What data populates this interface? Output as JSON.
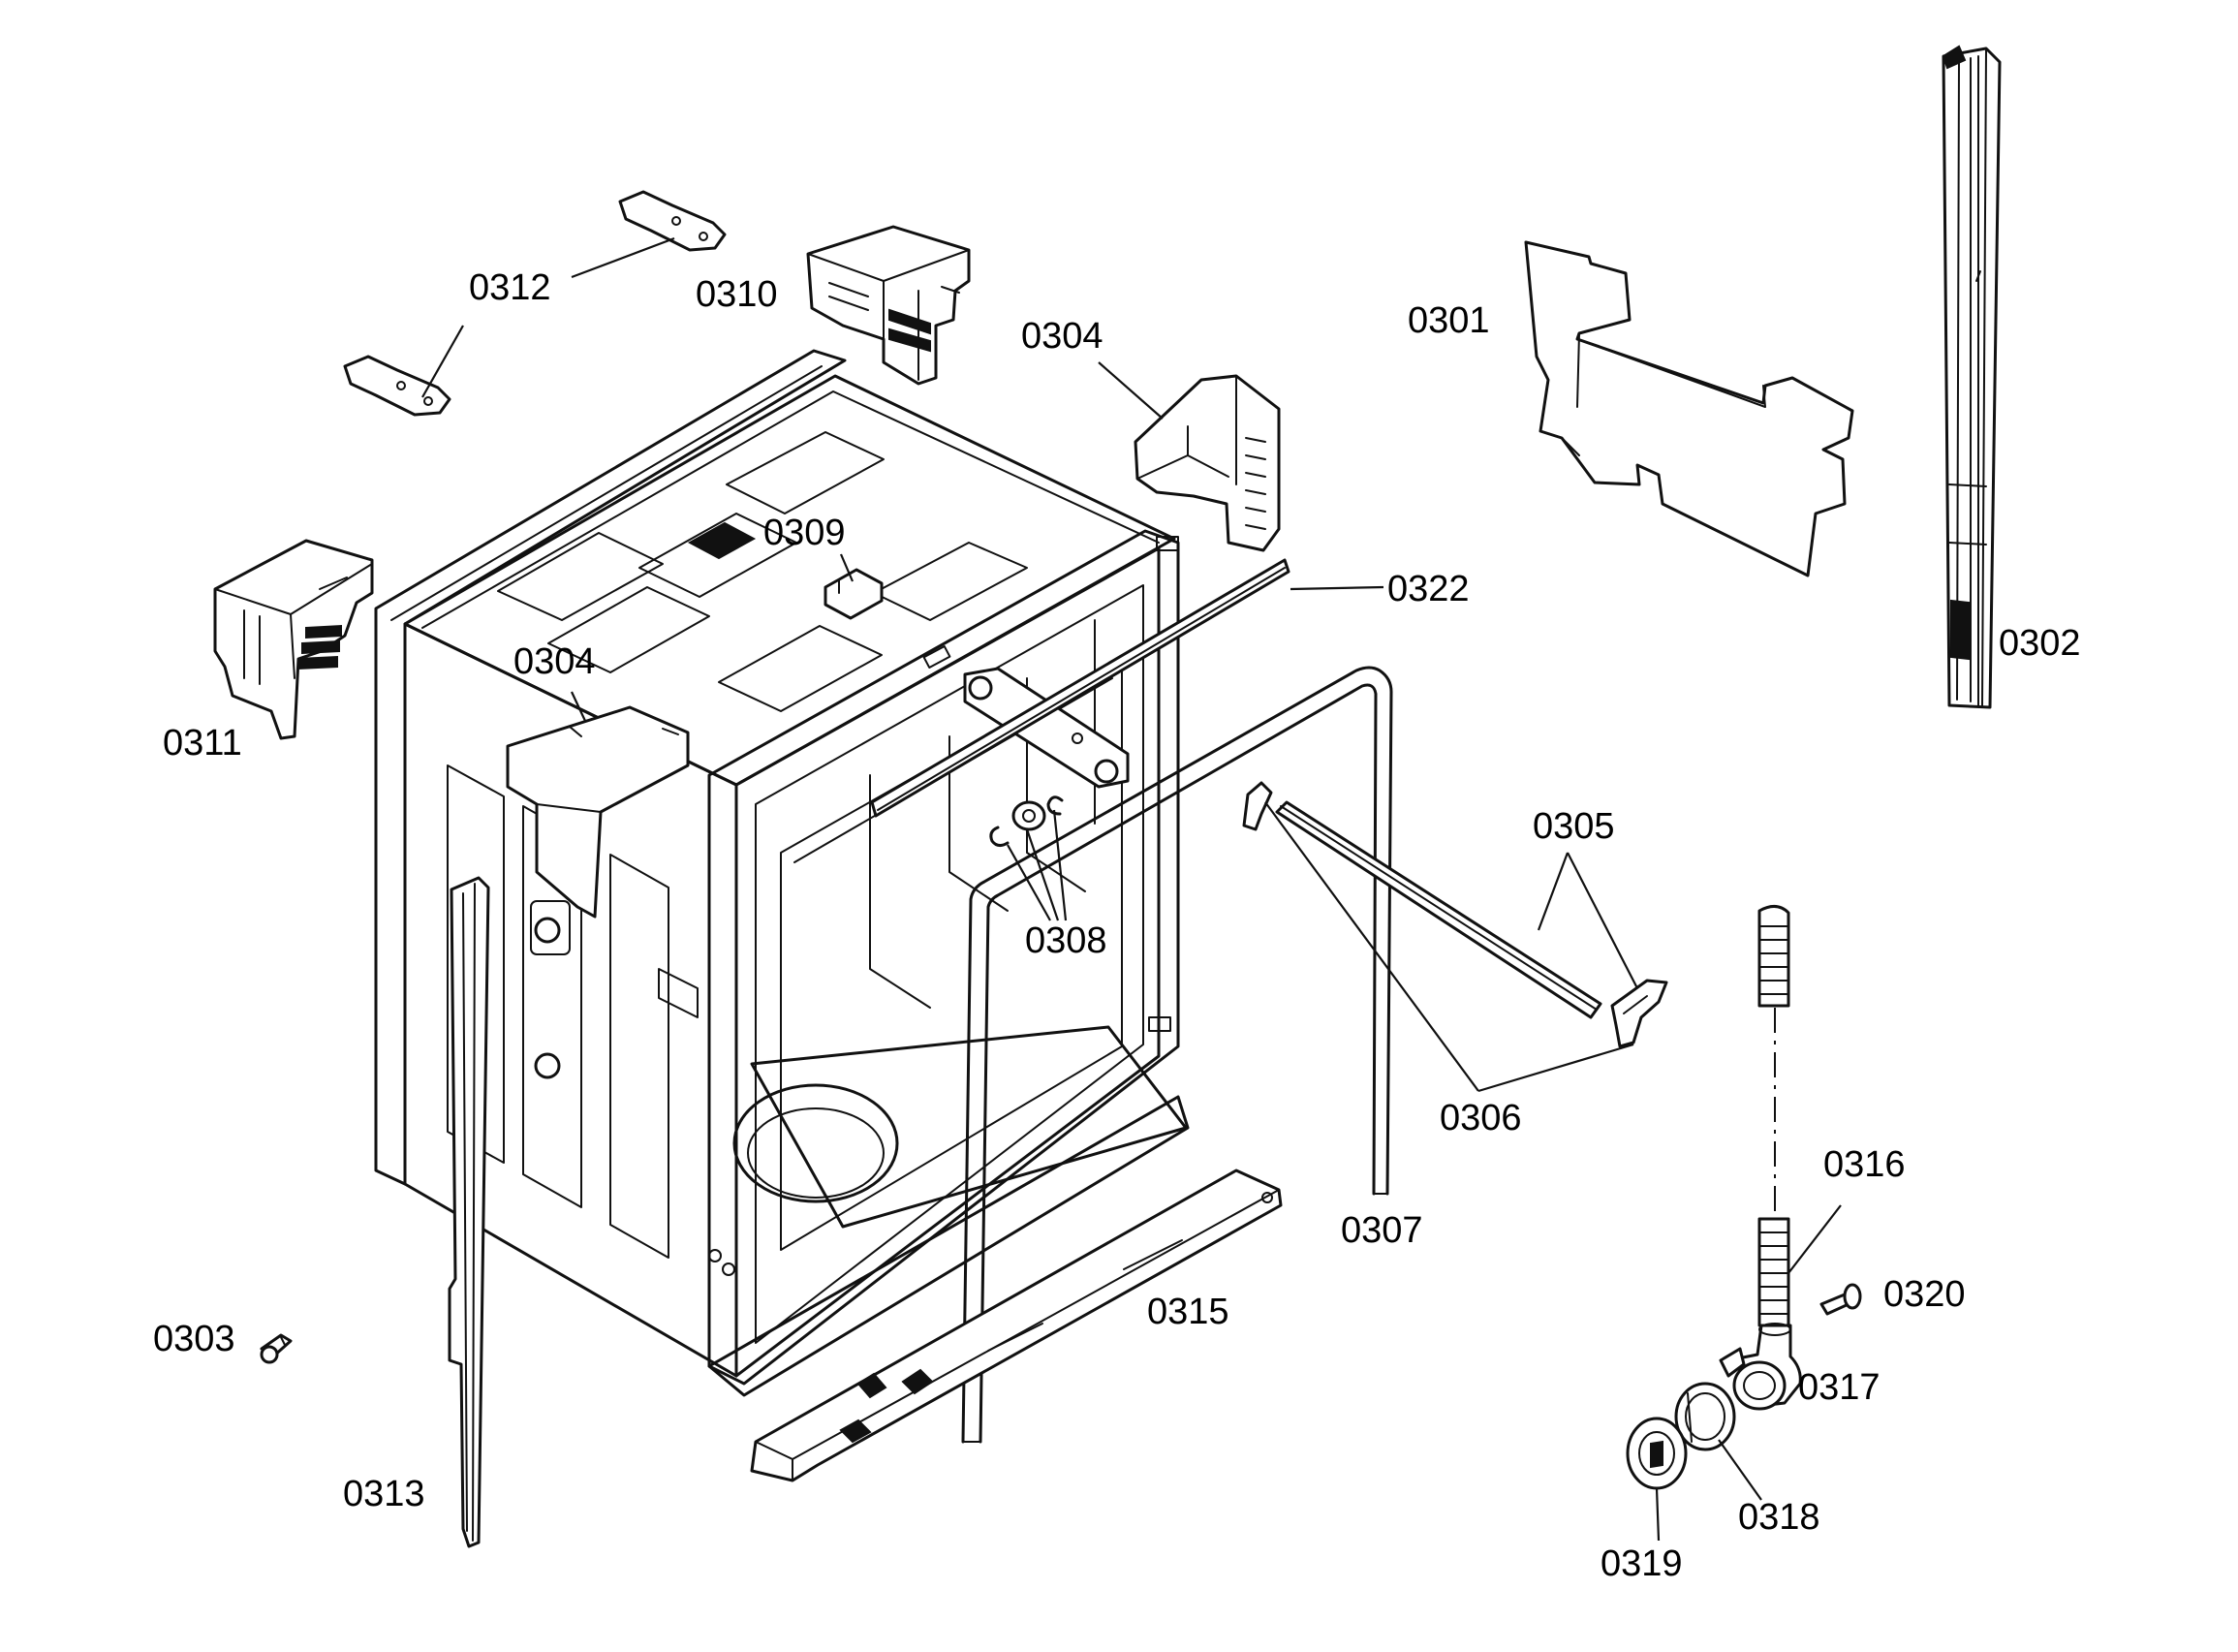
{
  "labels": {
    "p0301": "0301",
    "p0302": "0302",
    "p0303": "0303",
    "p0304_top": "0304",
    "p0304_left": "0304",
    "p0305": "0305",
    "p0306": "0306",
    "p0307": "0307",
    "p0308": "0308",
    "p0309": "0309",
    "p0310": "0310",
    "p0311": "0311",
    "p0312": "0312",
    "p0313": "0313",
    "p0315": "0315",
    "p0316": "0316",
    "p0317": "0317",
    "p0318": "0318",
    "p0319": "0319",
    "p0320": "0320",
    "p0322": "0322"
  }
}
